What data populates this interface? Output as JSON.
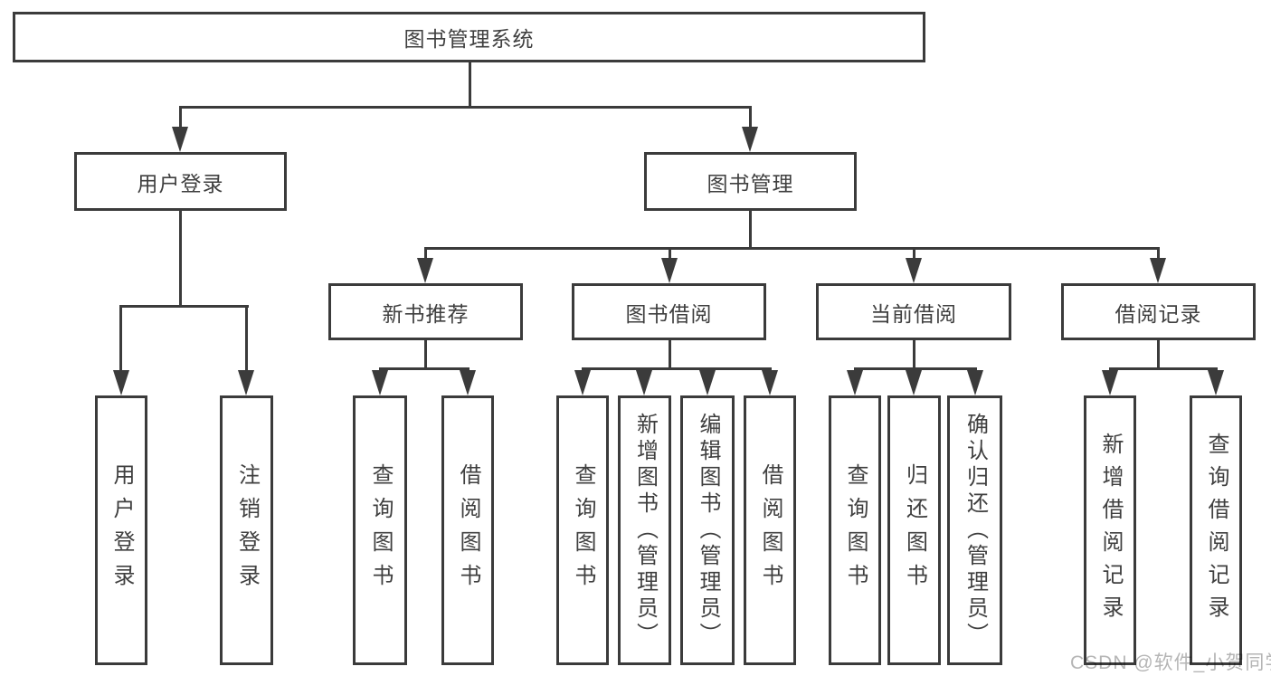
{
  "colors": {
    "line": "#3b3b3b",
    "text": "#3f3f3f",
    "watermark": "#b5b5b5",
    "background": "#ffffff"
  },
  "watermark": "CSDN @软件_小贺同学",
  "tree": {
    "label": "图书管理系统",
    "children": [
      {
        "label": "用户登录",
        "children": [
          {
            "label": "用户登录"
          },
          {
            "label": "注销登录"
          }
        ]
      },
      {
        "label": "图书管理",
        "children": [
          {
            "label": "新书推荐",
            "children": [
              {
                "label": "查询图书"
              },
              {
                "label": "借阅图书"
              }
            ]
          },
          {
            "label": "图书借阅",
            "children": [
              {
                "label": "查询图书"
              },
              {
                "label": "新增图书（管理员）"
              },
              {
                "label": "编辑图书（管理员）"
              },
              {
                "label": "借阅图书"
              }
            ]
          },
          {
            "label": "当前借阅",
            "children": [
              {
                "label": "查询图书"
              },
              {
                "label": "归还图书"
              },
              {
                "label": "确认归还（管理员）"
              }
            ]
          },
          {
            "label": "借阅记录",
            "children": [
              {
                "label": "新增借阅记录"
              },
              {
                "label": "查询借阅记录"
              }
            ]
          }
        ]
      }
    ]
  }
}
